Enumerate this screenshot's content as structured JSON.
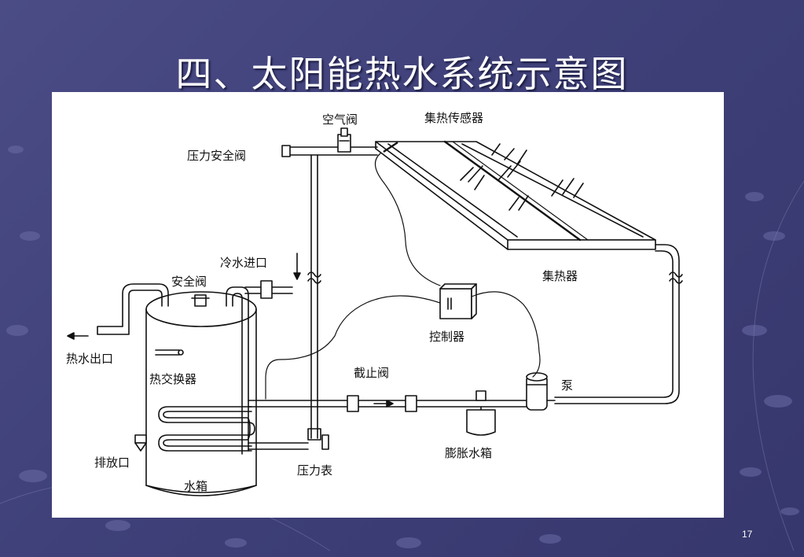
{
  "slide": {
    "title": "四、太阳能热水系统示意图",
    "page_number": "17"
  },
  "diagram": {
    "labels": {
      "air_valve": "空气阀",
      "collector_sensor": "集热传感器",
      "pressure_safety_valve": "压力安全阀",
      "cold_water_inlet": "冷水进口",
      "safety_valve": "安全阀",
      "hot_water_outlet": "热水出口",
      "heat_exchanger": "热交换器",
      "collector": "集热器",
      "controller": "控制器",
      "stop_valve": "截止阀",
      "pump": "泵",
      "drain_outlet": "排放口",
      "expansion_tank": "膨胀水箱",
      "pressure_gauge": "压力表",
      "water_tank": "水箱"
    }
  },
  "colors": {
    "background": "#3f4079",
    "panel": "#ffffff",
    "ink": "#111111"
  }
}
